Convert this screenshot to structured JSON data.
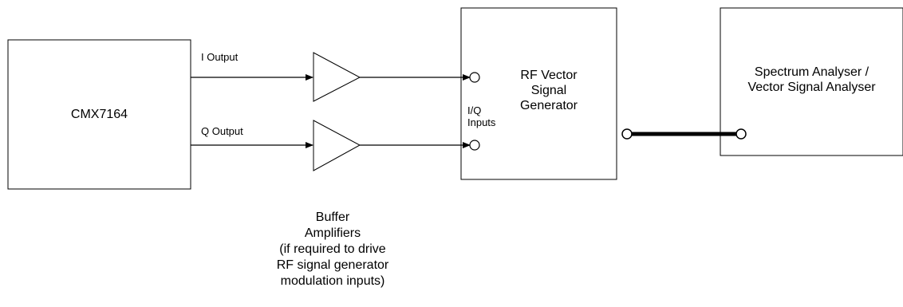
{
  "blocks": {
    "chip": {
      "label": "CMX7164"
    },
    "rf_generator": {
      "lines": [
        "RF Vector",
        "Signal",
        "Generator"
      ]
    },
    "analyser": {
      "lines": [
        "Spectrum Analyser /",
        "Vector Signal Analyser"
      ]
    }
  },
  "signals": {
    "i_output": "I Output",
    "q_output": "Q Output",
    "iq_inputs": [
      "I/Q",
      "Inputs"
    ]
  },
  "buffer_note": {
    "lines": [
      "Buffer",
      "Amplifiers",
      "(if required to drive",
      "RF signal generator",
      "modulation inputs)"
    ]
  }
}
